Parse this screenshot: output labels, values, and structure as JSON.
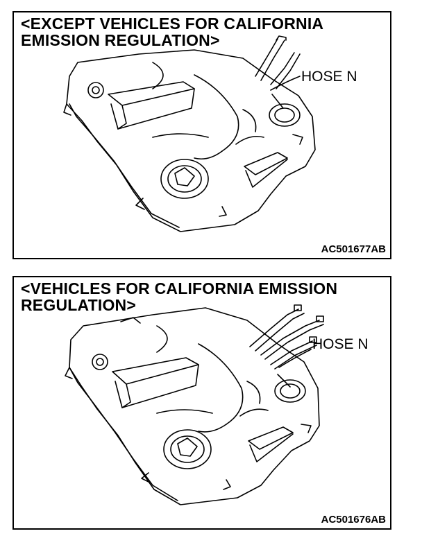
{
  "figures": [
    {
      "title": "<EXCEPT VEHICLES FOR CALIFORNIA\nEMISSION REGULATION>",
      "callout": "HOSE N",
      "code": "AC501677AB"
    },
    {
      "title": "<VEHICLES FOR CALIFORNIA EMISSION\nREGULATION>",
      "callout": "HOSE N",
      "code": "AC501676AB"
    }
  ]
}
